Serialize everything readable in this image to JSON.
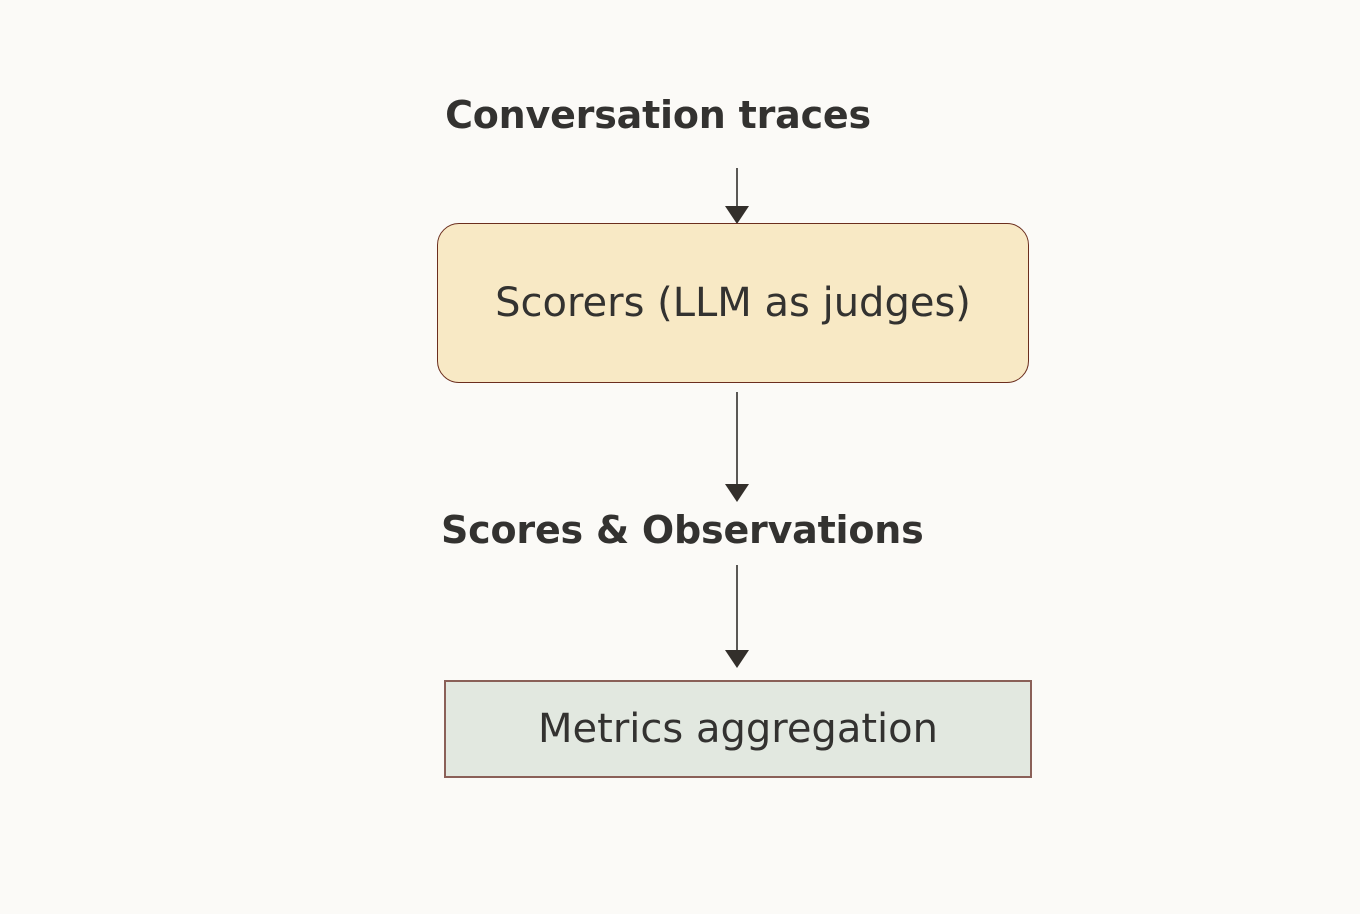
{
  "diagram": {
    "type": "flowchart",
    "orientation": "vertical",
    "background_color": "#FBFAF7",
    "nodes": [
      {
        "id": "conversation-traces",
        "label": "Conversation traces",
        "shape": "text",
        "text_color": "#333230",
        "bold": true
      },
      {
        "id": "scorers",
        "label": "Scorers (LLM as judges)",
        "shape": "rounded-rectangle",
        "fill_color": "#F8E9C5",
        "border_color": "#6B2E1E",
        "text_color": "#333230",
        "bold": false
      },
      {
        "id": "scores-observations",
        "label": "Scores & Observations",
        "shape": "text",
        "text_color": "#333230",
        "bold": true
      },
      {
        "id": "metrics-aggregation",
        "label": "Metrics aggregation",
        "shape": "rectangle",
        "fill_color": "#E2E8E0",
        "border_color": "#8A6058",
        "text_color": "#333230",
        "bold": false
      }
    ],
    "edges": [
      {
        "id": "traces-to-scorers",
        "from": "conversation-traces",
        "to": "scorers",
        "style": "solid-arrow",
        "color": "#5A5855"
      },
      {
        "id": "scorers-to-scores",
        "from": "scorers",
        "to": "scores-observations",
        "style": "solid-arrow",
        "color": "#5A5855"
      },
      {
        "id": "scores-to-metrics",
        "from": "scores-observations",
        "to": "metrics-aggregation",
        "style": "solid-arrow",
        "color": "#5A5855"
      }
    ]
  }
}
